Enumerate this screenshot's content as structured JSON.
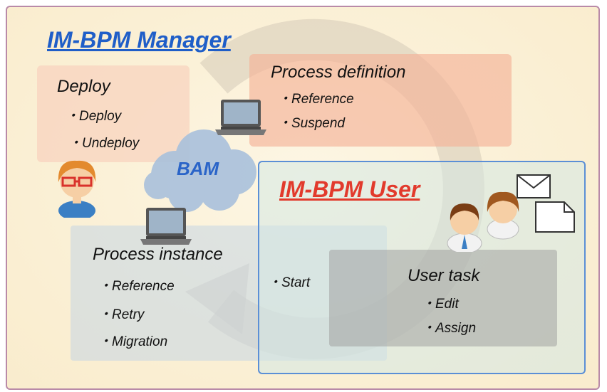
{
  "manager": {
    "title": "IM-BPM Manager"
  },
  "deploy": {
    "heading": "Deploy",
    "items": [
      "・Deploy",
      "・Undeploy"
    ]
  },
  "process_definition": {
    "heading": "Process definition",
    "items": [
      "・Reference",
      "・Suspend"
    ]
  },
  "bam": {
    "label": "BAM"
  },
  "user": {
    "title": "IM-BPM User",
    "start": "・Start"
  },
  "process_instance": {
    "heading": "Process instance",
    "items": [
      "・Reference",
      "・Retry",
      "・Migration"
    ]
  },
  "user_task": {
    "heading": "User task",
    "items": [
      "・Edit",
      "・Assign"
    ]
  },
  "icons": [
    "laptop-icon",
    "cloud-icon",
    "manager-person-icon",
    "user-people-icon",
    "mail-icon",
    "document-icon",
    "cycle-arrow-icon"
  ],
  "colors": {
    "manager_title": "#1f5ec8",
    "user_title": "#e23a2c",
    "bam": "#2a64c8"
  }
}
